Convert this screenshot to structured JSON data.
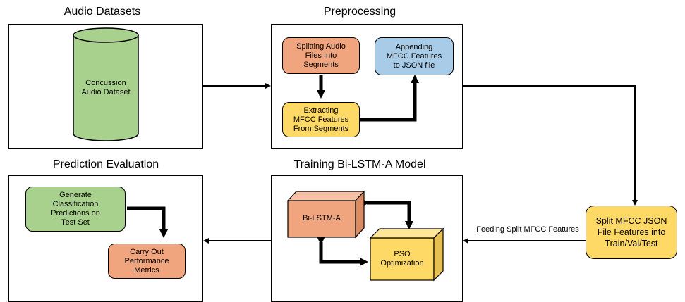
{
  "sections": {
    "audio": "Audio Datasets",
    "preprocessing": "Preprocessing",
    "prediction": "Prediction Evaluation",
    "training": "Training Bi-LSTM-A Model"
  },
  "nodes": {
    "dataset": "Concussion\nAudio Dataset",
    "splitting": "Splitting Audio\nFiles Into\nSegments",
    "appending": "Appending\nMFCC Features\nto JSON file",
    "extracting": "Extracting\nMFCC Features\nFrom Segments",
    "split_json": "Split MFCC JSON\nFile Features into\nTrain/Val/Test",
    "bilstm": "Bi-LSTM-A",
    "pso": "PSO\nOptimization",
    "generate": "Generate\nClassification\nPredictions on\nTest Set",
    "metrics": "Carry Out\nPerformance\nMetrics"
  },
  "edges": {
    "feeding_label": "Feeding Split MFCC Features"
  },
  "colors": {
    "cylinder": "#A9D18E",
    "orange": "#F0A57E",
    "blue": "#A8CCE8",
    "yellow": "#FFD966",
    "green": "#A9D18E"
  }
}
